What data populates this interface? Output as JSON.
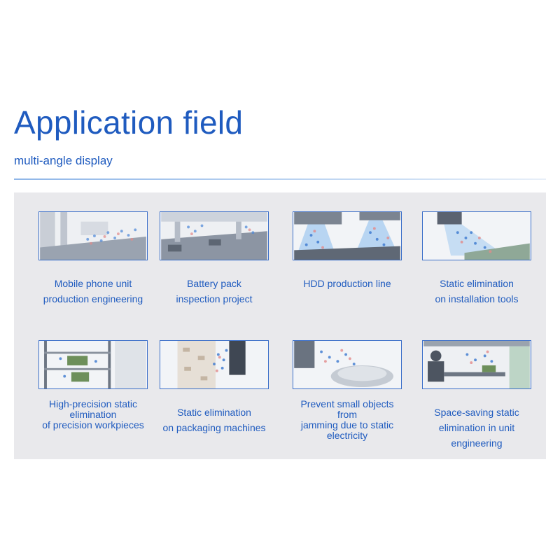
{
  "header": {
    "title": "Application field",
    "subtitle": "multi-angle display"
  },
  "items": [
    {
      "lines": [
        "Mobile phone unit",
        "production engineering"
      ],
      "icon": "mobile-phone-line-image"
    },
    {
      "lines": [
        "Battery pack",
        "inspection project"
      ],
      "icon": "battery-inspection-image"
    },
    {
      "lines": [
        "HDD production line"
      ],
      "icon": "hdd-line-image"
    },
    {
      "lines": [
        "Static elimination",
        "on installation tools"
      ],
      "icon": "installation-tools-image"
    },
    {
      "lines": [
        "High-precision static",
        "elimination",
        "of precision workpieces"
      ],
      "icon": "precision-workpiece-image"
    },
    {
      "lines": [
        "Static elimination",
        "on packaging machines"
      ],
      "icon": "packaging-machine-image"
    },
    {
      "lines": [
        "Prevent small objects",
        "from",
        "jamming due to static",
        "electricity"
      ],
      "icon": "small-objects-image"
    },
    {
      "lines": [
        "Space-saving static",
        "elimination in unit engineering"
      ],
      "icon": "unit-engineering-image"
    }
  ]
}
